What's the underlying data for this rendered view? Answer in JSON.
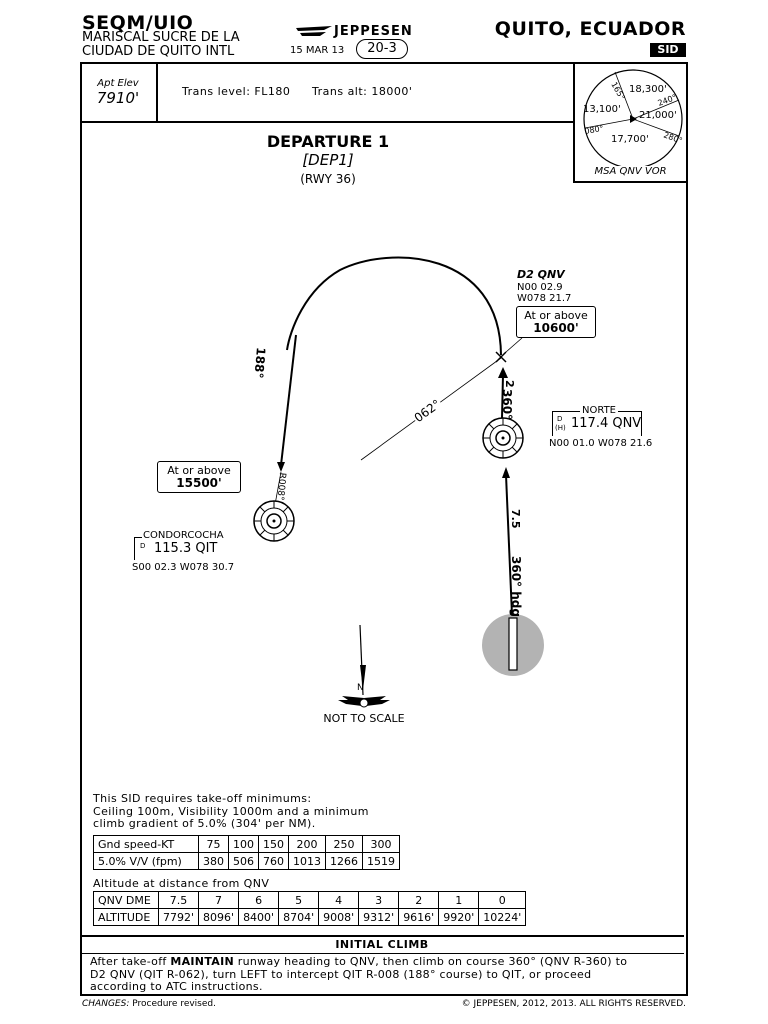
{
  "header": {
    "icao_iata": "SEQM/UIO",
    "airport_line1": "MARISCAL SUCRE DE LA",
    "airport_line2": "CIUDAD DE QUITO INTL",
    "brand": "JEPPESEN",
    "date": "15 MAR 13",
    "chart_number": "20-3",
    "city": "QUITO, ECUADOR",
    "chart_type": "SID"
  },
  "info_bar": {
    "apt_elev_label": "Apt Elev",
    "apt_elev_value": "7910'",
    "trans_level": "Trans level: FL180",
    "trans_alt": "Trans alt: 18000'"
  },
  "msa": {
    "caption": "MSA QNV VOR",
    "bearings": [
      "165°",
      "240°",
      "280°",
      "080°"
    ],
    "altitudes": [
      "18,300'",
      "21,000'",
      "17,700'",
      "13,100'"
    ]
  },
  "procedure": {
    "title": "DEPARTURE 1",
    "code": "[DEP1]",
    "runway": "(RWY 36)"
  },
  "plan": {
    "d2qnv_name": "D2 QNV",
    "d2qnv_lat": "N00 02.9",
    "d2qnv_lon": "W078 21.7",
    "d2_alt_line1": "At or above",
    "d2_alt_line2": "10600'",
    "norte_name": "NORTE",
    "norte_d": "D",
    "norte_h": "(H)",
    "norte_freq": "117.4 QNV",
    "norte_coords": "N00 01.0 W078 21.6",
    "condor_name": "CONDORCOCHA",
    "condor_d": "D",
    "condor_freq": "115.3 QIT",
    "condor_coords": "S00 02.3 W078 30.7",
    "condor_alt_line1": "At or above",
    "condor_alt_line2": "15500'",
    "course_188": "188°",
    "course_062": "062°",
    "course_360": "360°",
    "course_360_dist": "2",
    "runway_hdg": "360° hdg",
    "runway_dist": "7.5",
    "radial": "R008°",
    "north": "N",
    "not_to_scale": "NOT TO SCALE"
  },
  "minimums": {
    "intro_line1": "This SID requires take-off minimums:",
    "intro_line2": "Ceiling 100m, Visibility 1000m and a minimum",
    "intro_line3": "climb gradient of 5.0% (304' per NM).",
    "speed_row": [
      "Gnd speed-KT",
      "75",
      "100",
      "150",
      "200",
      "250",
      "300"
    ],
    "vv_row": [
      "5.0% V/V (fpm)",
      "380",
      "506",
      "760",
      "1013",
      "1266",
      "1519"
    ]
  },
  "altitude_table": {
    "title": "Altitude at distance from QNV",
    "dme_row": [
      "QNV DME",
      "7.5",
      "7",
      "6",
      "5",
      "4",
      "3",
      "2",
      "1",
      "0"
    ],
    "alt_row": [
      "ALTITUDE",
      "7792'",
      "8096'",
      "8400'",
      "8704'",
      "9008'",
      "9312'",
      "9616'",
      "9920'",
      "10224'"
    ]
  },
  "initial_climb": {
    "header": "INITIAL CLIMB",
    "lead": "After take-off ",
    "maintain": "MAINTAIN",
    "rest_line1": " runway heading to QNV, then climb on course 360° (QNV R-360) to",
    "line2": "D2 QNV (QIT R-062), turn LEFT to intercept QIT R-008 (188° course) to QIT, or proceed",
    "line3": "according to ATC instructions."
  },
  "footer": {
    "changes_label": "CHANGES:",
    "changes_text": "Procedure revised.",
    "copyright": "© JEPPESEN, 2012, 2013. ALL RIGHTS RESERVED."
  }
}
